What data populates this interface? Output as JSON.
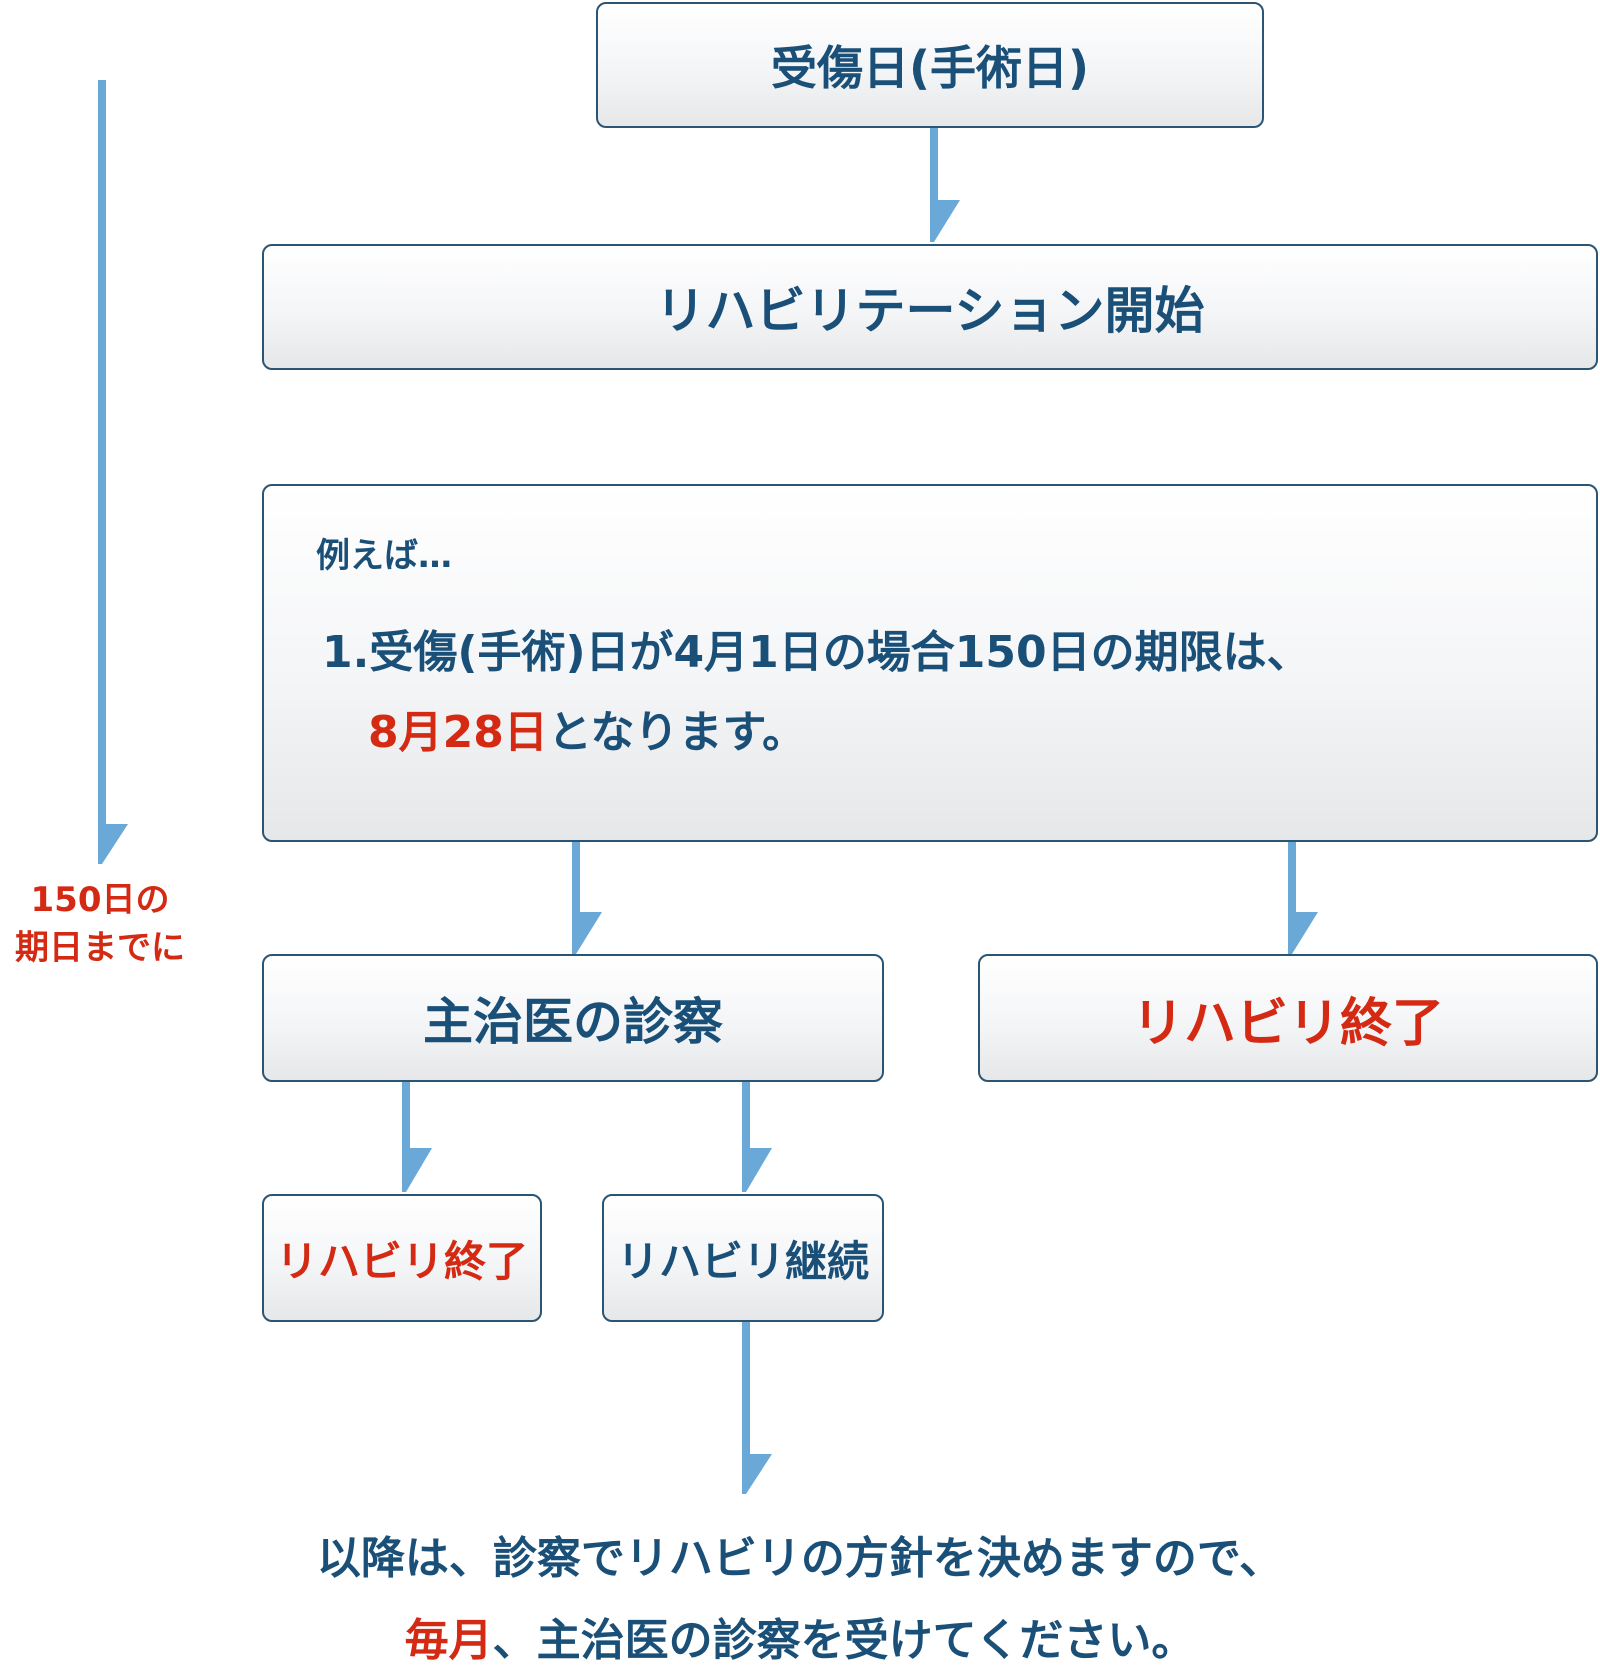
{
  "nodes": {
    "injury_date": "受傷日(手術日)",
    "rehab_start": "リハビリテーション開始",
    "doctor_exam": "主治医の診察",
    "rehab_end_right": "リハビリ終了",
    "rehab_end_left": "リハビリ終了",
    "rehab_continue": "リハビリ継続"
  },
  "example": {
    "intro": "例えば…",
    "line1": "1.受傷(手術)日が4月1日の場合150日の期限は、",
    "line2_highlight": "8月28日",
    "line2_rest": "となります。"
  },
  "side_label": {
    "line1": "150日の",
    "line2": "期日までに"
  },
  "bottom_note": {
    "line1": "以降は、診察でリハビリの方針を決めますので、",
    "line2_highlight": "毎月",
    "line2_rest": "、主治医の診察を受けてください。"
  },
  "colors": {
    "arrow": "#6aa8d8",
    "border": "#2a5575",
    "text_blue": "#1a4f78",
    "text_red": "#d42a13"
  }
}
